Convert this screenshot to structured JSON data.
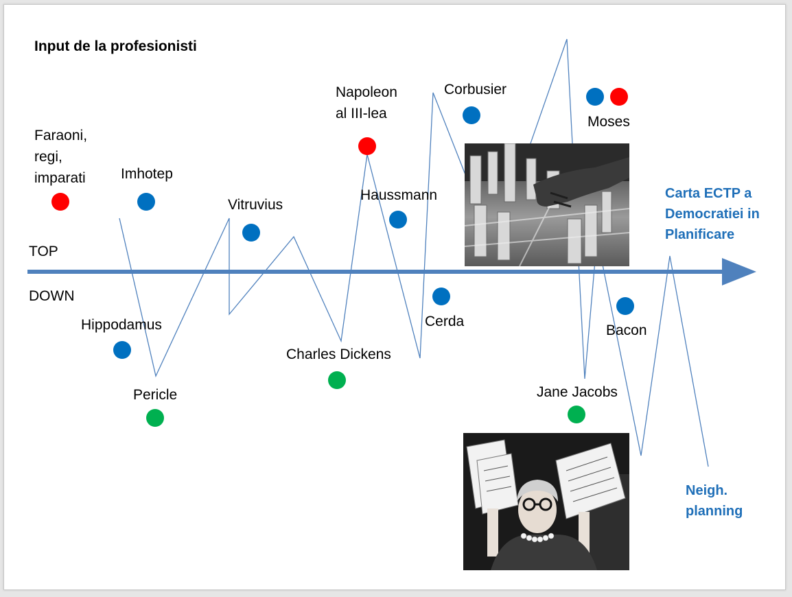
{
  "title": "Input de la profesionisti",
  "axis": {
    "top_label": "TOP",
    "down_label": "DOWN",
    "color": "#4f81bd"
  },
  "colors": {
    "top_down": "#ff0000",
    "professional": "#0070c0",
    "bottom_up": "#00b050",
    "highlight_text": "#1f6fb8"
  },
  "labels": {
    "faraoni": [
      "Faraoni,",
      "regi,",
      "imparati"
    ],
    "imhotep": "Imhotep",
    "hippodamus": "Hippodamus",
    "pericle": "Pericle",
    "vitruvius": "Vitruvius",
    "napoleon": [
      "Napoleon",
      "al III-lea"
    ],
    "haussmann": "Haussmann",
    "charles_dickens": "Charles Dickens",
    "cerda": "Cerda",
    "corbusier": "Corbusier",
    "moses": "Moses",
    "jane_jacobs": "Jane Jacobs",
    "bacon": "Bacon",
    "carta": [
      "Carta ECTP a",
      "Democratiei in",
      "Planificare"
    ],
    "neigh": [
      "Neigh.",
      "planning"
    ]
  }
}
